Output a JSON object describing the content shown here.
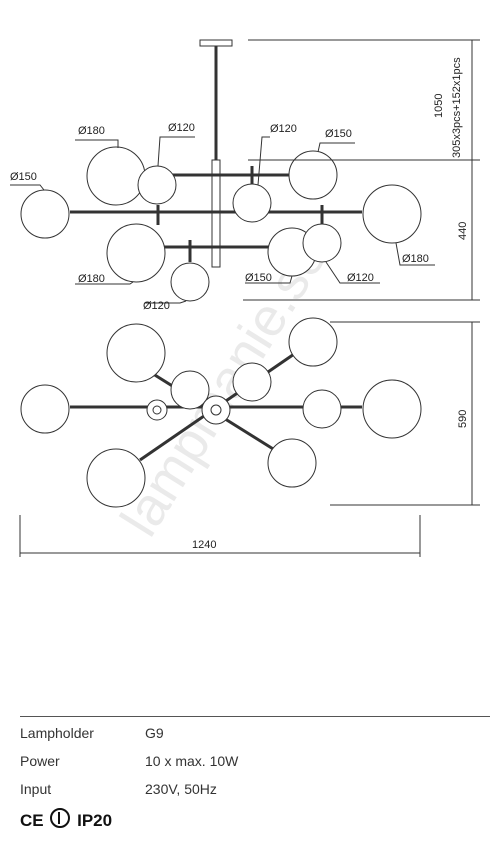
{
  "dimensions": {
    "height_total": "1050",
    "rods": "305x3pcs+152x1pcs",
    "height_body": "440",
    "depth": "590",
    "width": "1240"
  },
  "globe_labels": {
    "front_a": "Ø180",
    "front_b": "Ø120",
    "front_c": "Ø120",
    "front_d": "Ø150",
    "front_e": "Ø150",
    "front_f": "Ø180",
    "front_g": "Ø180",
    "front_h": "Ø150",
    "front_i": "Ø120",
    "front_j": "Ø120"
  },
  "watermark": "lampmanie.se",
  "specs": [
    {
      "label": "Lampholder",
      "value": "G9"
    },
    {
      "label": "Power",
      "value": "10 x max. 10W"
    },
    {
      "label": "Input",
      "value": "230V, 50Hz"
    }
  ],
  "certifications": {
    "ce": "CE",
    "ip": "IP20"
  }
}
